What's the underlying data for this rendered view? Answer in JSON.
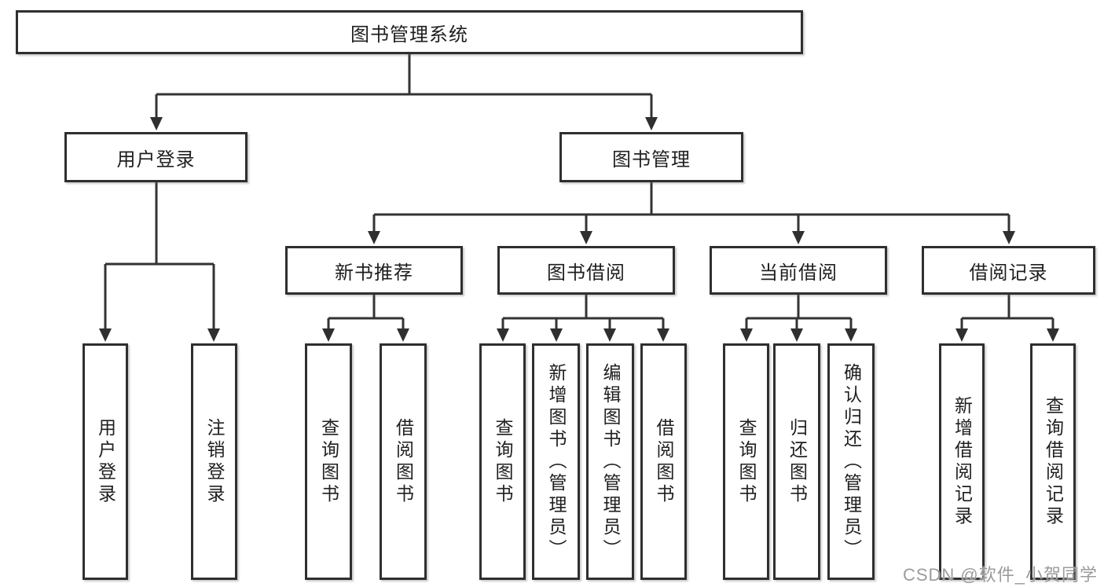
{
  "diagram": {
    "type": "hierarchy",
    "tree": {
      "label": "图书管理系统",
      "children": [
        {
          "label": "用户登录",
          "children": [
            {
              "label": "用户登录"
            },
            {
              "label": "注销登录"
            }
          ]
        },
        {
          "label": "图书管理",
          "children": [
            {
              "label": "新书推荐",
              "children": [
                {
                  "label": "查询图书"
                },
                {
                  "label": "借阅图书"
                }
              ]
            },
            {
              "label": "图书借阅",
              "children": [
                {
                  "label": "查询图书"
                },
                {
                  "label": "新增图书（管理员）"
                },
                {
                  "label": "编辑图书（管理员）"
                },
                {
                  "label": "借阅图书"
                }
              ]
            },
            {
              "label": "当前借阅",
              "children": [
                {
                  "label": "查询图书"
                },
                {
                  "label": "归还图书"
                },
                {
                  "label": "确认归还（管理员）"
                }
              ]
            },
            {
              "label": "借阅记录",
              "children": [
                {
                  "label": "新增借阅记录"
                },
                {
                  "label": "查询借阅记录"
                }
              ]
            }
          ]
        }
      ]
    }
  },
  "watermark": {
    "text": "CSDN @软件_小贺同学"
  },
  "colors": {
    "line": "#333333",
    "box_border": "#2f2f2f",
    "text": "#1f1f1f",
    "watermark": "#9b9b9b",
    "background": "#ffffff"
  }
}
